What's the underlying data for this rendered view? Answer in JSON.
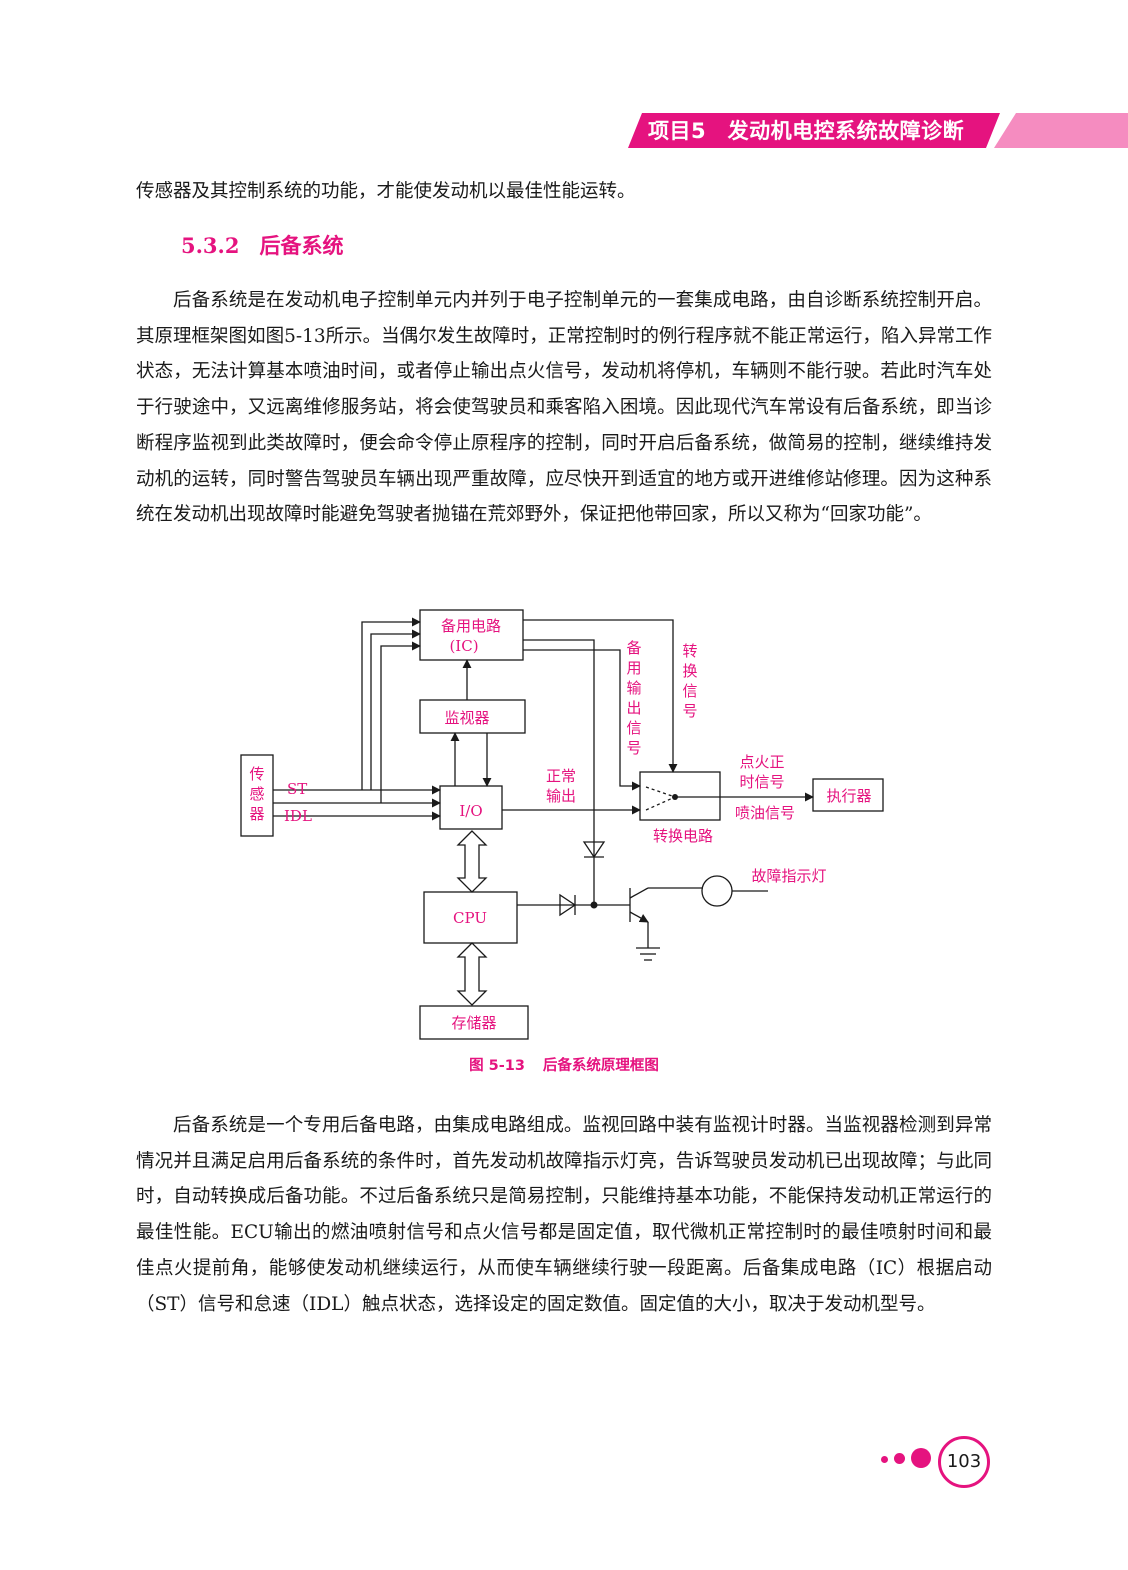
{
  "header": {
    "title": "项目5　发动机电控系统故障诊断"
  },
  "paragraphs": {
    "intro": "传感器及其控制系统的功能，才能使发动机以最佳性能运转。",
    "p1": "后备系统是在发动机电子控制单元内并列于电子控制单元的一套集成电路，由自诊断系统控制开启。其原理框架图如图5-13所示。当偶尔发生故障时，正常控制时的例行程序就不能正常运行，陷入异常工作状态，无法计算基本喷油时间，或者停止输出点火信号，发动机将停机，车辆则不能行驶。若此时汽车处于行驶途中，又远离维修服务站，将会使驾驶员和乘客陷入困境。因此现代汽车常设有后备系统，即当诊断程序监视到此类故障时，便会命令停止原程序的控制，同时开启后备系统，做简易的控制，继续维持发动机的运转，同时警告驾驶员车辆出现严重故障，应尽快开到适宜的地方或开进维修站修理。因为这种系统在发动机出现故障时能避免驾驶者抛锚在荒郊野外，保证把他带回家，所以又称为“回家功能”。",
    "p2": "后备系统是一个专用后备电路，由集成电路组成。监视回路中装有监视计时器。当监视器检测到异常情况并且满足启用后备系统的条件时，首先发动机故障指示灯亮，告诉驾驶员发动机已出现故障；与此同时，自动转换成后备功能。不过后备系统只是简易控制，只能维持基本功能，不能保持发动机正常运行的最佳性能。ECU输出的燃油喷射信号和点火信号都是固定值，取代微机正常控制时的最佳喷射时间和最佳点火提前角，能够使发动机继续运行，从而使车辆继续行驶一段距离。后备集成电路（IC）根据启动（ST）信号和怠速（IDL）触点状态，选择设定的固定数值。固定值的大小，取决于发动机型号。"
  },
  "section": {
    "number": "5.3.2",
    "title": "后备系统"
  },
  "diagram": {
    "backup_ic_line1": "备用电路",
    "backup_ic_line2": "(IC)",
    "monitor": "监视器",
    "io": "I/O",
    "cpu": "CPU",
    "memory": "存储器",
    "sensor": [
      "传",
      "感",
      "器"
    ],
    "st": "ST",
    "idl": "IDL",
    "normal_output": [
      "正常",
      "输出"
    ],
    "backup_output_signal": [
      "备",
      "用",
      "输",
      "出",
      "信",
      "号"
    ],
    "switch_signal": [
      "转",
      "换",
      "信",
      "号"
    ],
    "ignition_timing": [
      "点火正",
      "时信号"
    ],
    "injection_signal": "喷油信号",
    "switch_circuit": "转换电路",
    "actuator": "执行器",
    "fault_lamp": "故障指示灯"
  },
  "figure": {
    "number": "图 5-13",
    "caption": "后备系统原理框图"
  },
  "page_number": "103",
  "colors": {
    "accent": "#e5137f",
    "accent_light": "#f58cc0",
    "text": "#1a1a1a"
  }
}
